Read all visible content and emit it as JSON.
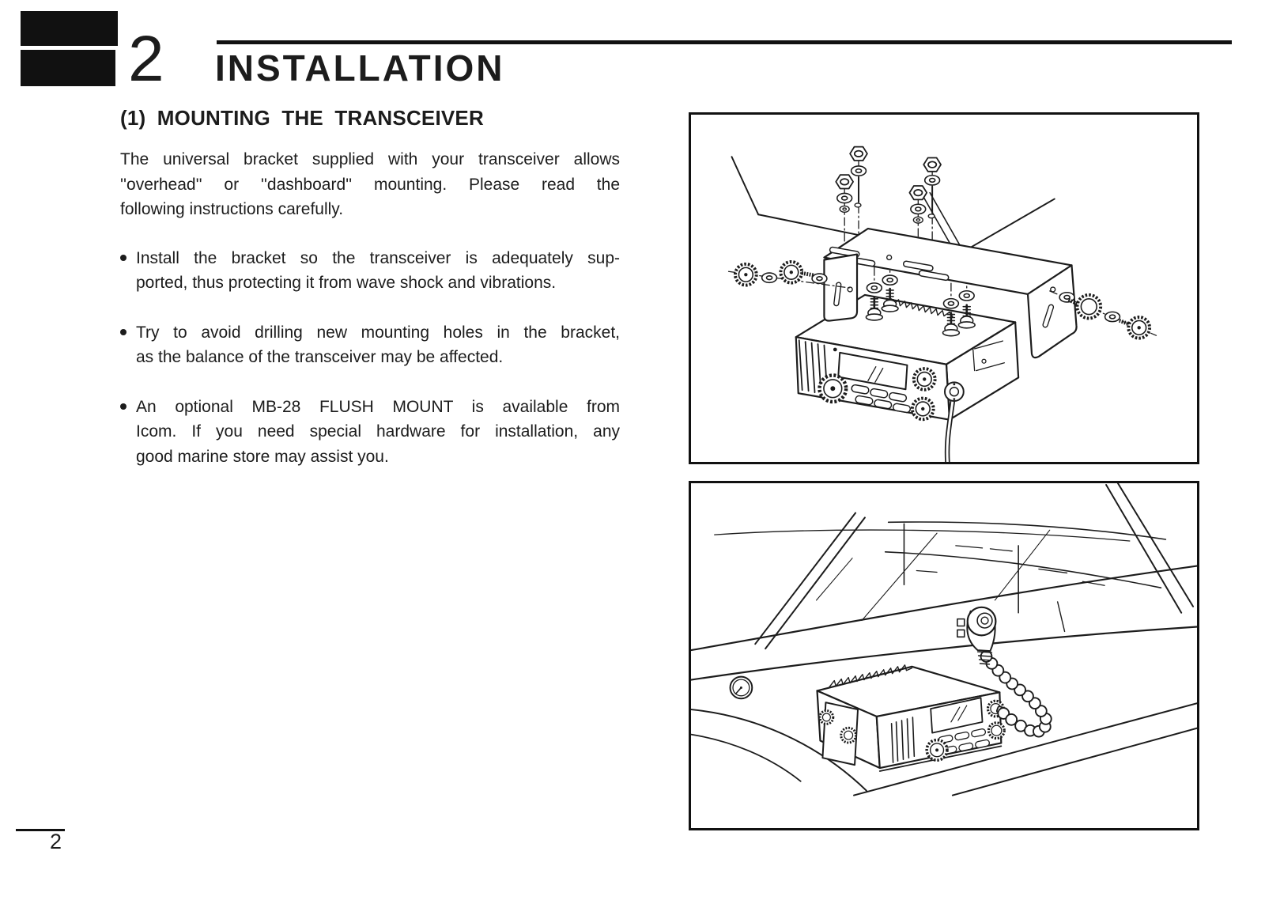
{
  "colors": {
    "ink": "#1c1c1c",
    "paper": "#ffffff"
  },
  "header": {
    "chapter_number": "2",
    "title": "INSTALLATION"
  },
  "section": {
    "heading": "(1) MOUNTING THE TRANSCEIVER",
    "intro_lines": [
      "The universal bracket supplied with your transceiver allows",
      "''overhead'' or ''dashboard'' mounting. Please read the",
      "following instructions carefully."
    ],
    "bullets": [
      {
        "lines": [
          "Install the bracket so the transceiver is adequately sup-",
          "ported, thus protecting it from wave shock and vibrations."
        ]
      },
      {
        "lines": [
          "Try to avoid drilling new mounting holes in the bracket,",
          "as the balance of the transceiver may be affected."
        ]
      },
      {
        "lines": [
          "An optional MB-28 FLUSH MOUNT is available from",
          "Icom. If you need special hardware for installation, any",
          "good marine store may assist you."
        ]
      }
    ]
  },
  "footer": {
    "page_number": "2"
  }
}
